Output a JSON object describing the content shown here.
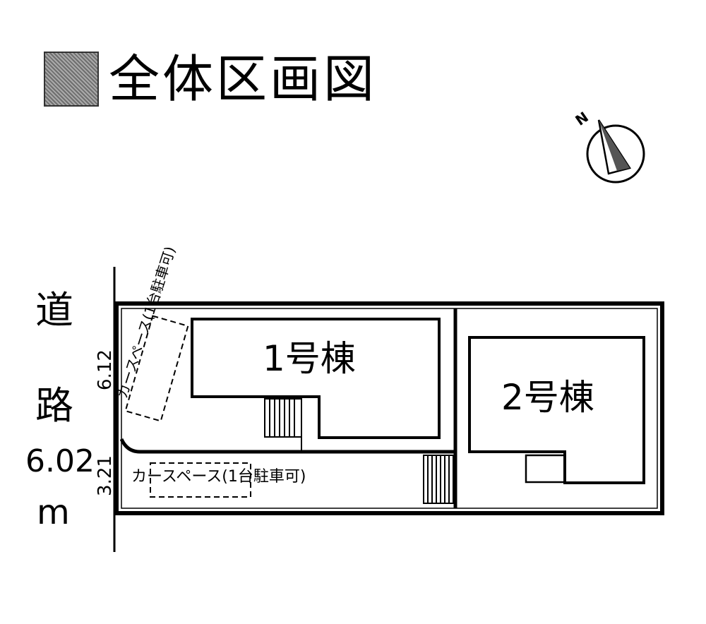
{
  "title": "全体区画図",
  "road": {
    "char1": "道",
    "char2": "路",
    "width": "6.02",
    "unit": "m"
  },
  "dimensions": {
    "lot_frontage": "6.12",
    "driveway_width": "3.21"
  },
  "buildings": {
    "building1": "1号棟",
    "building2": "2号棟"
  },
  "parking": {
    "vertical_label": "カースペース(1台駐車可)",
    "horizontal_label": "カースペース(1台駐車可)"
  },
  "compass": {
    "letter": "N"
  }
}
